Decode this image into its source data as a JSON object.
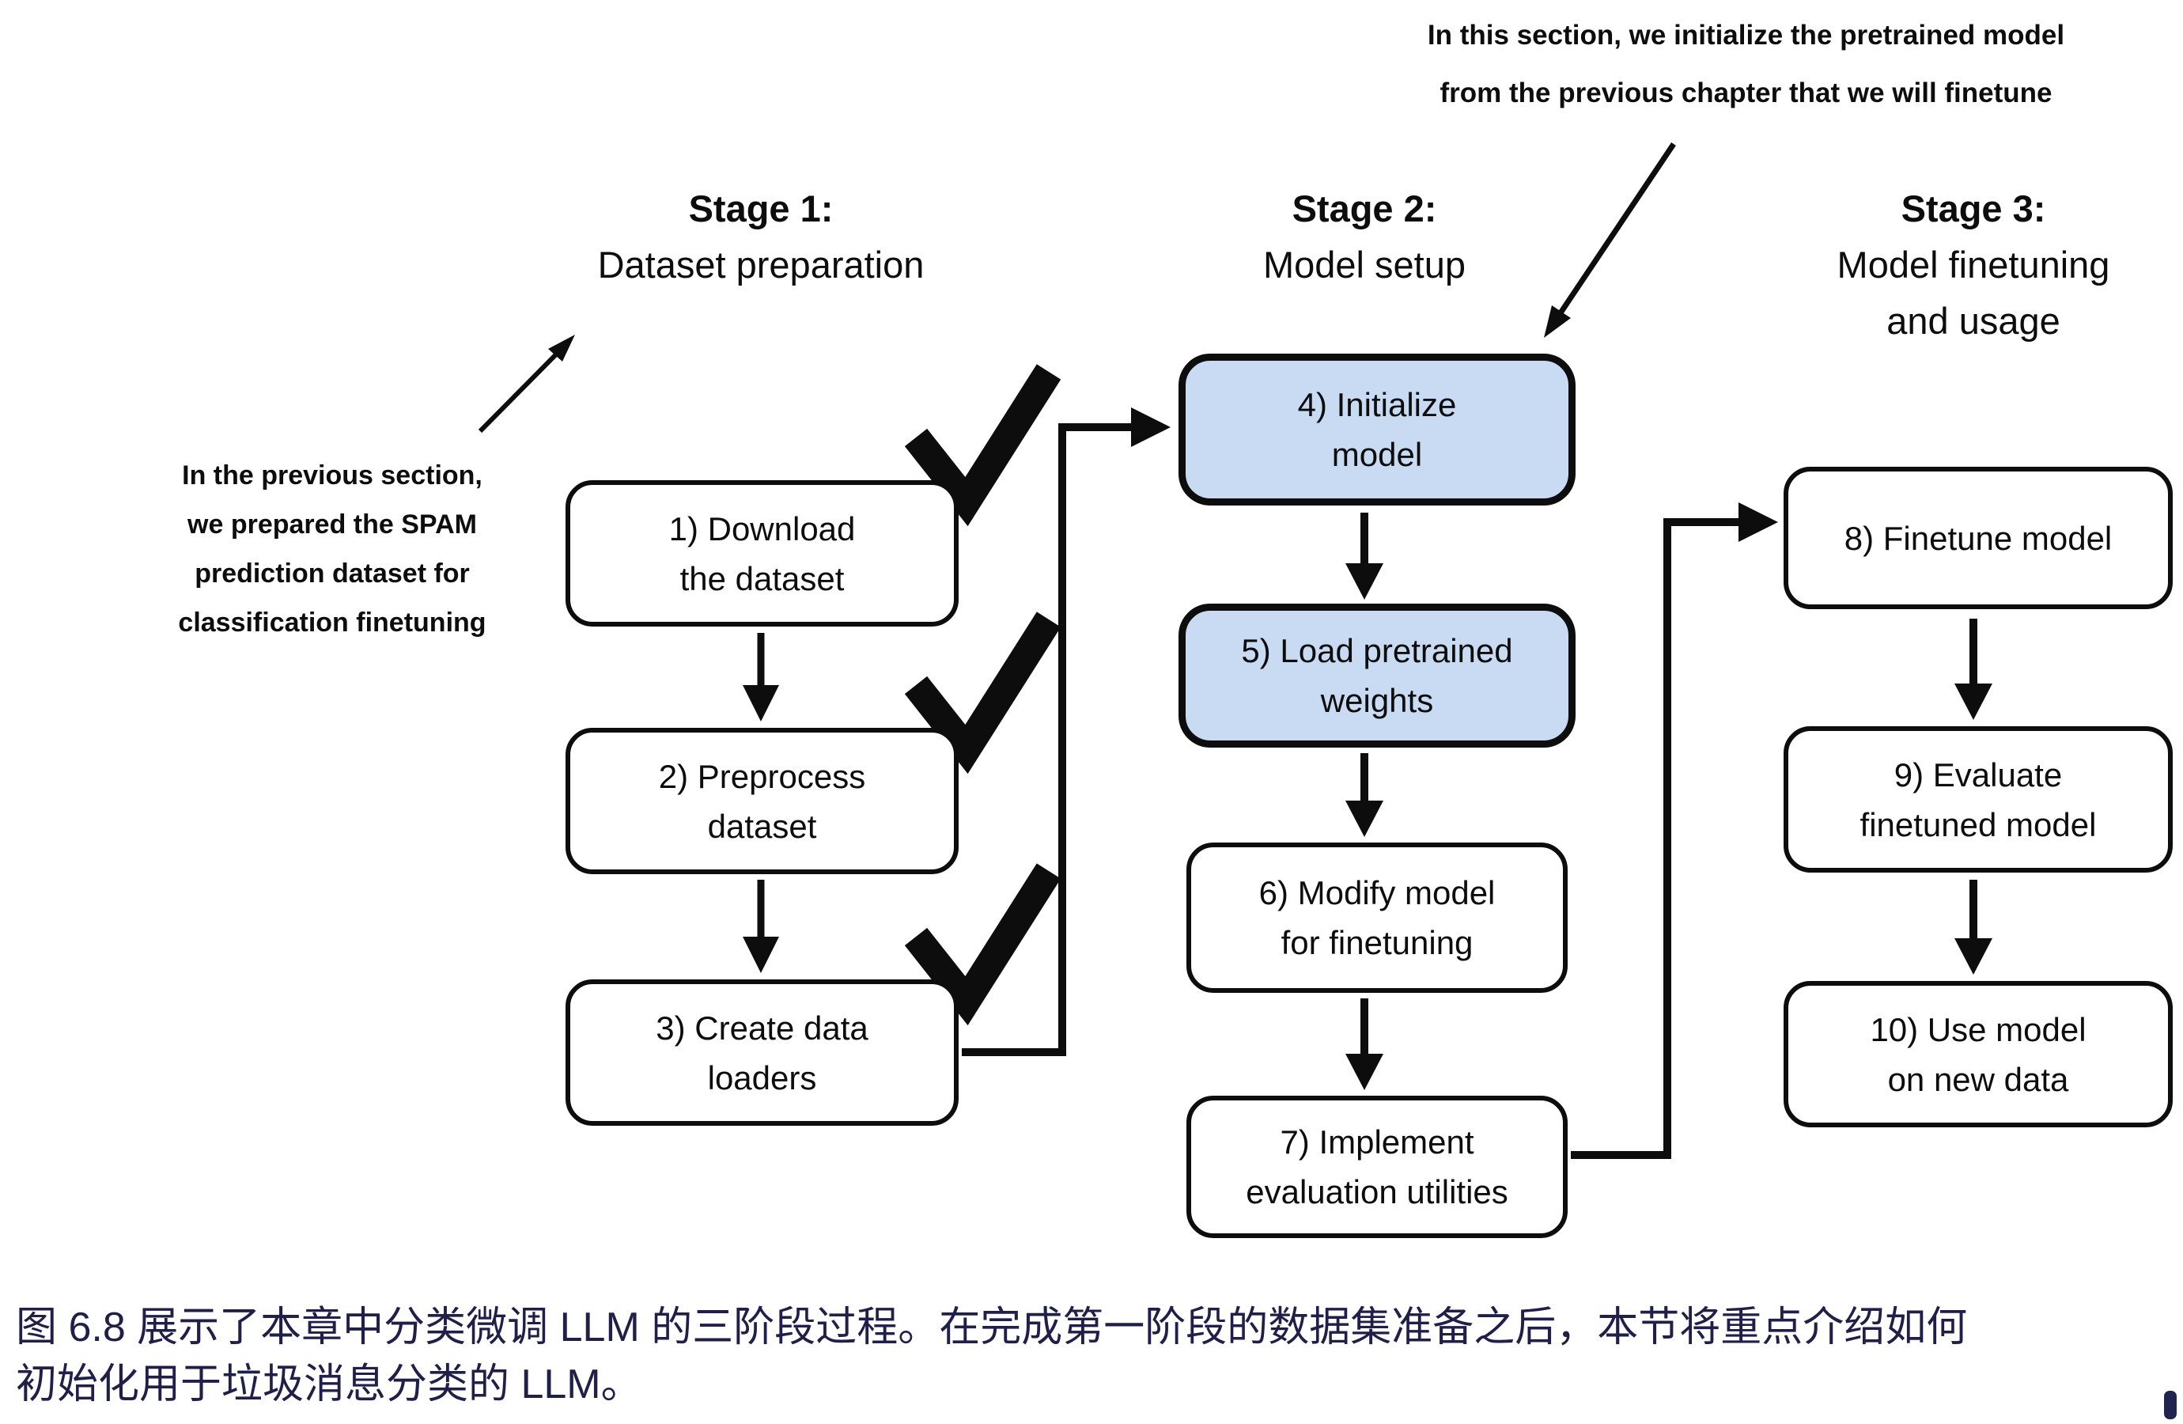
{
  "annotations": {
    "top": "In this section, we initialize the pretrained model\nfrom the previous chapter that we will finetune",
    "left": "In the previous section,\nwe prepared the SPAM\nprediction dataset for\nclassification finetuning"
  },
  "stages": [
    {
      "title": "Stage 1:",
      "subtitle": "Dataset preparation"
    },
    {
      "title": "Stage 2:",
      "subtitle": "Model setup"
    },
    {
      "title": "Stage 3:",
      "subtitle": "Model finetuning\nand usage"
    }
  ],
  "boxes": [
    {
      "id": 1,
      "stage": 1,
      "label": "1) Download\nthe dataset",
      "checked": true,
      "highlighted": false
    },
    {
      "id": 2,
      "stage": 1,
      "label": "2) Preprocess\ndataset",
      "checked": true,
      "highlighted": false
    },
    {
      "id": 3,
      "stage": 1,
      "label": "3) Create data\nloaders",
      "checked": true,
      "highlighted": false
    },
    {
      "id": 4,
      "stage": 2,
      "label": "4) Initialize\nmodel",
      "checked": false,
      "highlighted": true
    },
    {
      "id": 5,
      "stage": 2,
      "label": "5) Load pretrained\nweights",
      "checked": false,
      "highlighted": true
    },
    {
      "id": 6,
      "stage": 2,
      "label": "6) Modify model\nfor finetuning",
      "checked": false,
      "highlighted": false
    },
    {
      "id": 7,
      "stage": 2,
      "label": "7) Implement\nevaluation utilities",
      "checked": false,
      "highlighted": false
    },
    {
      "id": 8,
      "stage": 3,
      "label": "8) Finetune model",
      "checked": false,
      "highlighted": false
    },
    {
      "id": 9,
      "stage": 3,
      "label": "9) Evaluate\nfinetuned model",
      "checked": false,
      "highlighted": false
    },
    {
      "id": 10,
      "stage": 3,
      "label": "10) Use model\non new data",
      "checked": false,
      "highlighted": false
    }
  ],
  "caption": {
    "text": "图 6.8 展示了本章中分类微调 LLM 的三阶段过程。在完成第一阶段的数据集准备之后，本节将重点介绍如何\n初始化用于垃圾消息分类的 LLM。"
  },
  "colors": {
    "highlight_fill": "#c8dbf2",
    "box_fill": "#ffffff",
    "stroke": "#0d0d0d",
    "caption_color": "#1f1f4a"
  }
}
